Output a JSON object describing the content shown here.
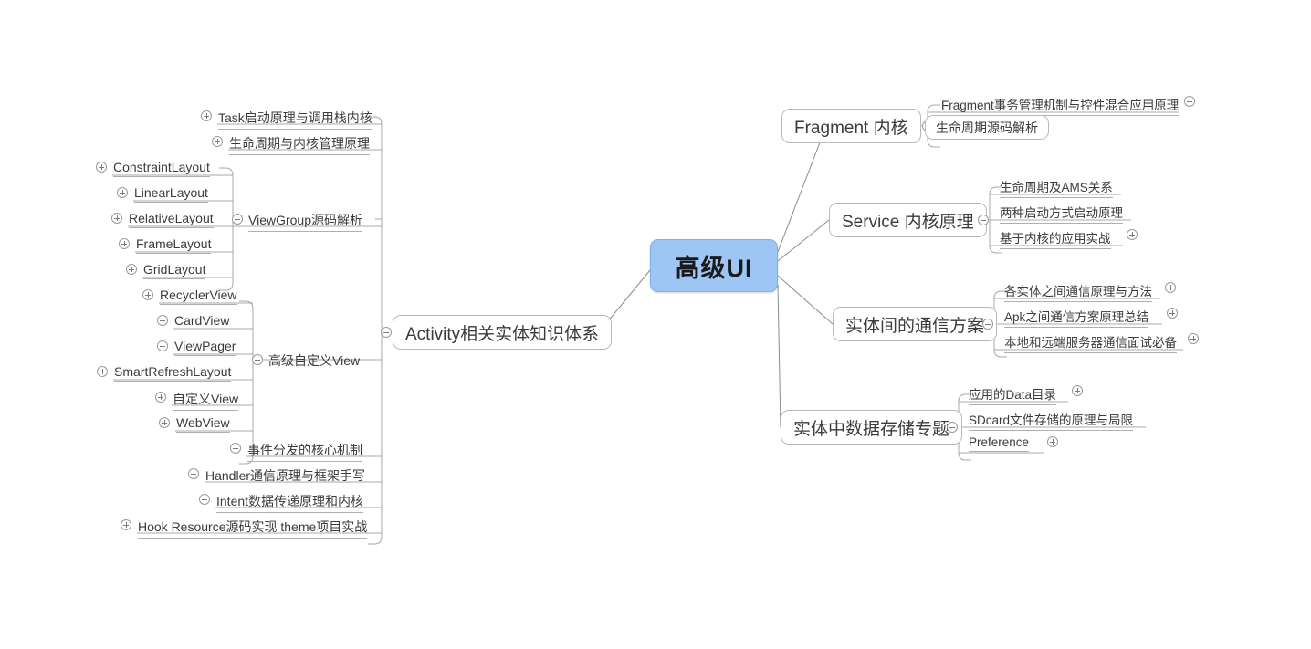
{
  "diagram": {
    "title": "高级UI",
    "type": "mindmap",
    "root": {
      "label": "高级UI",
      "color": "#9dc6f5"
    }
  },
  "left": {
    "main": {
      "label": "Activity相关实体知识体系",
      "toggle": "collapse"
    },
    "groups": [
      {
        "label": "",
        "items": [
          {
            "label": "Task启动原理与调用栈内核",
            "toggle": "expand"
          },
          {
            "label": "生命周期与内核管理原理",
            "toggle": "expand"
          }
        ]
      },
      {
        "label": "ViewGroup源码解析",
        "toggle": "collapse",
        "items": [
          {
            "label": "ConstraintLayout",
            "toggle": "expand"
          },
          {
            "label": "LinearLayout",
            "toggle": "expand"
          },
          {
            "label": "RelativeLayout",
            "toggle": "expand"
          },
          {
            "label": "FrameLayout",
            "toggle": "expand"
          },
          {
            "label": "GridLayout",
            "toggle": "expand"
          }
        ]
      },
      {
        "label": "高级自定义View",
        "toggle": "collapse",
        "items": [
          {
            "label": "RecyclerView",
            "toggle": "expand"
          },
          {
            "label": "CardView",
            "toggle": "expand"
          },
          {
            "label": "ViewPager",
            "toggle": "expand"
          },
          {
            "label": "SmartRefreshLayout",
            "toggle": "expand"
          },
          {
            "label": "自定义View",
            "toggle": "expand"
          },
          {
            "label": "WebView",
            "toggle": "expand"
          }
        ]
      },
      {
        "label": "",
        "items": [
          {
            "label": "事件分发的核心机制",
            "toggle": "expand"
          },
          {
            "label": "Handler通信原理与框架手写",
            "toggle": "expand"
          },
          {
            "label": "Intent数据传递原理和内核",
            "toggle": "expand"
          },
          {
            "label": "Hook Resource源码实现 theme项目实战",
            "toggle": "expand"
          }
        ]
      }
    ]
  },
  "right": {
    "branches": [
      {
        "label": "Fragment 内核",
        "toggle": "collapse",
        "items": [
          {
            "label": "Fragment事务管理机制与控件混合应用原理",
            "toggle": "expand",
            "boxed": false
          },
          {
            "label": "生命周期源码解析",
            "toggle": "none",
            "boxed": true
          }
        ]
      },
      {
        "label": "Service 内核原理",
        "toggle": "collapse",
        "items": [
          {
            "label": "生命周期及AMS关系",
            "toggle": "none",
            "boxed": false
          },
          {
            "label": "两种启动方式启动原理",
            "toggle": "none",
            "boxed": false
          },
          {
            "label": "基于内核的应用实战",
            "toggle": "expand",
            "boxed": false
          }
        ]
      },
      {
        "label": "实体间的通信方案",
        "toggle": "collapse",
        "items": [
          {
            "label": "各实体之间通信原理与方法",
            "toggle": "expand",
            "boxed": false
          },
          {
            "label": "Apk之间通信方案原理总结",
            "toggle": "expand",
            "boxed": false
          },
          {
            "label": "本地和远端服务器通信面试必备",
            "toggle": "expand",
            "boxed": false
          }
        ]
      },
      {
        "label": "实体中数据存储专题",
        "toggle": "collapse",
        "items": [
          {
            "label": "应用的Data目录",
            "toggle": "expand",
            "boxed": false
          },
          {
            "label": "SDcard文件存储的原理与局限",
            "toggle": "none",
            "boxed": false
          },
          {
            "label": "Preference",
            "toggle": "expand",
            "boxed": false
          }
        ]
      }
    ]
  }
}
